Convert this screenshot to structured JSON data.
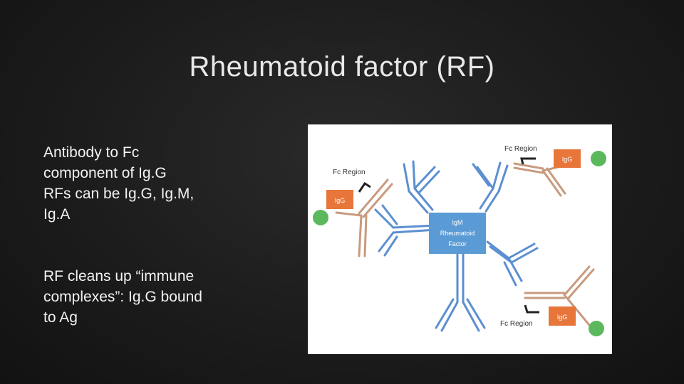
{
  "slide": {
    "title": "Rheumatoid factor (RF)",
    "paragraphs": [
      {
        "lines": [
          "Antibody to Fc",
          "component of Ig.G",
          "RFs can be Ig.G, Ig.M,",
          "Ig.A"
        ]
      },
      {
        "lines": [
          "RF cleans up “immune",
          "complexes”: Ig.G bound",
          "to Ag"
        ]
      }
    ]
  },
  "diagram": {
    "center_box": {
      "line1": "IgM",
      "line2": "Rheumatoid",
      "line3": "Factor"
    },
    "labels": {
      "fc_top_right": "Fc Region",
      "fc_left": "Fc Region",
      "fc_bottom_right": "Fc Region",
      "igg_top_right": "IgG",
      "igg_left": "IgG",
      "igg_bottom_right": "IgG"
    },
    "colors": {
      "igm_blue": "#5b8fd0",
      "box_blue": "#5b9bd5",
      "igg_tan": "#c89a7e",
      "igg_box": "#e8763a",
      "antigen_green": "#5cb85c"
    }
  }
}
